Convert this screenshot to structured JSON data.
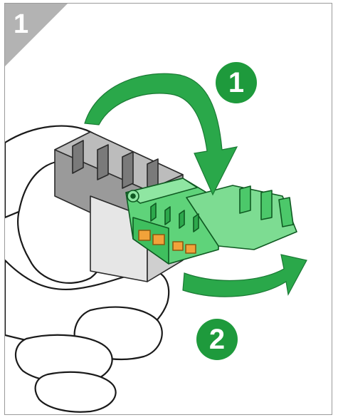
{
  "step": {
    "number": "1"
  },
  "callouts": [
    {
      "label": "1",
      "action": "rotate-down"
    },
    {
      "label": "2",
      "action": "pull-out"
    }
  ],
  "colors": {
    "accent": "#1e9a3c",
    "arrow": "#2aa84a",
    "part": "#5fd37a",
    "frame": "#9a9a9a",
    "corner": "#b3b3b3"
  },
  "icons": [
    "curved-arrow-down-icon",
    "curved-arrow-right-icon"
  ]
}
